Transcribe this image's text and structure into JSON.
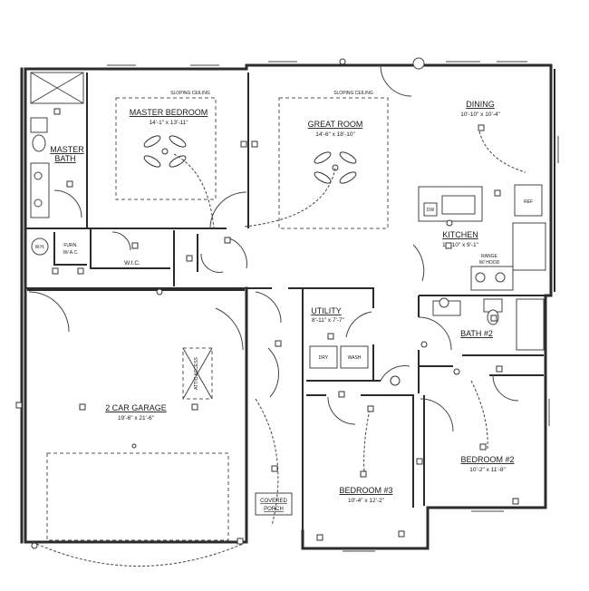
{
  "rooms": {
    "master_bedroom": {
      "name": "MASTER BEDROOM",
      "dims": "14'-1\" x 13'-11\""
    },
    "great_room": {
      "name": "GREAT ROOM",
      "dims": "14'-6\" x 18'-10\""
    },
    "dining": {
      "name": "DINING",
      "dims": "10'-10\" x 10'-4\""
    },
    "kitchen": {
      "name": "KITCHEN",
      "dims": "10'-10\" x 9'-1\""
    },
    "master_bath": {
      "name": "MASTER",
      "name2": "BATH"
    },
    "wic": {
      "name": "W.I.C."
    },
    "utility": {
      "name": "UTILITY",
      "dims": "8'-11\" x 7'-7\""
    },
    "bath2": {
      "name": "BATH #2"
    },
    "garage": {
      "name": "2 CAR GARAGE",
      "dims": "19'-6\" x 21'-6\""
    },
    "bedroom3": {
      "name": "BEDROOM #3",
      "dims": "10'-4\" x 12'-2\""
    },
    "bedroom2": {
      "name": "BEDROOM #2",
      "dims": "10'-2\" x 11'-8\""
    },
    "covered_porch": {
      "name": "COVERED",
      "name2": "PORCH"
    }
  },
  "labels": {
    "vaulted_ceiling_master": "SLOPING CEILING",
    "vaulted_ceiling_great": "SLOPING CEILING",
    "dw": "DW",
    "range": "RANGE",
    "range2": "W/ HOOD",
    "ref": "REF",
    "dry": "DRY",
    "wash": "WASH",
    "wh": "W.H.",
    "furn": "FURN.",
    "furn2": "W/ A.C.",
    "attic_access": "ATTIC ACCESS"
  },
  "colors": {
    "wall": "#2b2b2b",
    "line": "#444444",
    "background": "#ffffff"
  }
}
